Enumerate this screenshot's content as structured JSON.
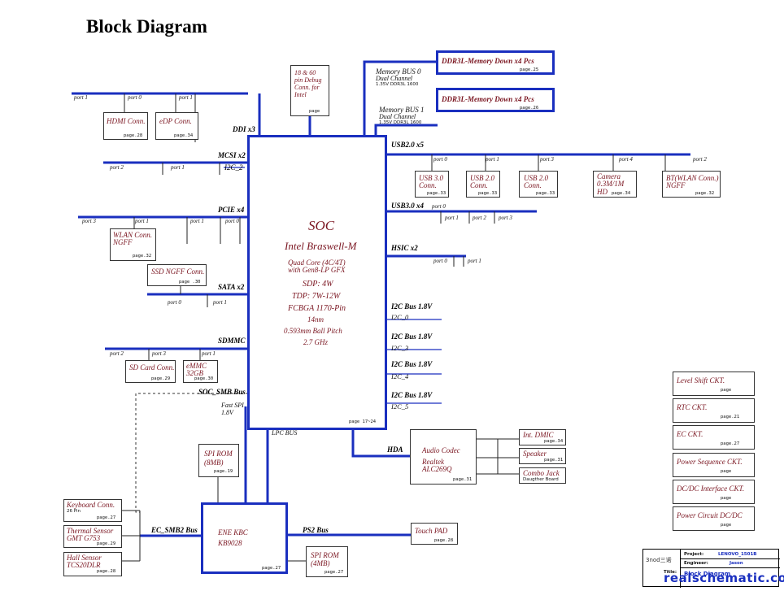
{
  "title": "Block Diagram",
  "soc": {
    "name": "SOC",
    "model": "Intel Braswell-M",
    "cores": "Quad Core (4C/4T)",
    "gfx": "with Gen8-LP GFX",
    "sdp": "SDP: 4W",
    "tdp": "TDP: 7W-12W",
    "package": "FCBGA 1170-Pin",
    "process": "14nm",
    "pitch": "0.593mm Ball Pitch",
    "freq": "2.7 GHz",
    "page": "page 17~24"
  },
  "debug": {
    "l1": "18 & 60",
    "l2": "pin Debug",
    "l3": "Conn. for",
    "l4": "Intel",
    "page": "page"
  },
  "memory": {
    "bus0": "Memory BUS 0",
    "dual0": "Dual Channel",
    "spec0": "1.35V DDR3L 1600",
    "bus1": "Memory BUS 1",
    "dual1": "Dual Channel",
    "spec1": "1.35V DDR3L 1600",
    "ddr_a": "DDR3L-Memory Down x4 Pcs",
    "ddr_a_page": "page.25",
    "ddr_b": "DDR3L-Memory Down x4 Pcs",
    "ddr_b_page": "page.26"
  },
  "buses": {
    "ddi": "DDI x3",
    "mcsi": "MCSI x2",
    "i2c2": "I2C_2",
    "pcie": "PCIE x4",
    "sata": "SATA x2",
    "sdmmc": "SDMMC",
    "soc_smb": "SOC_SMB Bus",
    "fast_spi": "Fast SPI",
    "fast_spi_v": "1.8V",
    "lpc": "LPC BUS",
    "usb2": "USB2.0 x5",
    "usb3": "USB3.0 x4",
    "hsic": "HSIC x2",
    "hda": "HDA",
    "ec_smb2": "EC_SMB2 Bus",
    "ps2": "PS2 Bus"
  },
  "i2c": [
    {
      "bus": "I2C Bus 1.8V",
      "name": "I2C_0"
    },
    {
      "bus": "I2C Bus 1.8V",
      "name": "I2C_3"
    },
    {
      "bus": "I2C Bus 1.8V",
      "name": "I2C_4"
    },
    {
      "bus": "I2C Bus 1.8V",
      "name": "I2C_5"
    }
  ],
  "ports": {
    "p0": "port 0",
    "p1": "port 1",
    "p2": "port 2",
    "p3": "port 3",
    "p4": "port 4"
  },
  "left": {
    "hdmi": "HDMI Conn.",
    "hdmi_page": "page.28",
    "edp": "eDP Conn.",
    "edp_page": "page.34",
    "wlan": "WLAN Conn.",
    "wlan2": "NGFF",
    "wlan_page": "page.32",
    "ssd": "SSD NGFF Conn.",
    "ssd_page": "page .30",
    "sd": "SD Card Conn.",
    "sd_page": "page.29",
    "emmc": "eMMC",
    "emmc2": "32GB",
    "emmc_page": "page.30"
  },
  "right": {
    "usb30": "USB 3.0",
    "usb30b": "Conn.",
    "usb30_page": "page.33",
    "usb20a": "USB 2.0",
    "usb20ab": "Conn.",
    "usb20a_page": "page.33",
    "usb20b": "USB 2.0",
    "usb20bb": "Conn.",
    "usb20b_page": "page.33",
    "cam": "Camera",
    "cam2": "0.3M/1M",
    "cam3": "HD",
    "cam_page": "page.34",
    "bt": "BT(WLAN Conn.)",
    "bt2": "NGFF",
    "bt_page": "page.32"
  },
  "audio": {
    "codec": "Audio Codec",
    "vendor": "Realtek",
    "part": "ALC269Q",
    "page": "page.31",
    "dmic": "Int. DMIC",
    "dmic_page": "page.34",
    "spk": "Speaker",
    "spk_page": "page.31",
    "jack": "Combo Jack",
    "jack2": "Daugther Board"
  },
  "ec": {
    "spi_rom": "SPI ROM",
    "spi_rom2": "(8MB)",
    "spi_rom_page": "page.19",
    "kbc": "ENE KBC",
    "kbc2": "KB9028",
    "kbc_page": "page.27",
    "spi_rom_b": "SPI ROM",
    "spi_rom_b2": "(4MB)",
    "spi_rom_b_page": "page.27",
    "touch": "Touch PAD",
    "touch_page": "page.28",
    "kbd": "Keyboard Conn.",
    "kbd2": "26 Pin",
    "kbd_page": "page.27",
    "therm": "Thermal Sensor",
    "therm2": "GMT G753",
    "therm_page": "page.29",
    "hall": "Hall Sensor",
    "hall2": "TCS20DLR",
    "hall_page": "page.28"
  },
  "index": [
    {
      "label": "Level Shift CKT.",
      "page": "page"
    },
    {
      "label": "RTC CKT.",
      "page": "page.21"
    },
    {
      "label": "EC CKT.",
      "page": "page.27"
    },
    {
      "label": "Power Sequence CKT.",
      "page": "page"
    },
    {
      "label": "DC/DC Interface CKT.",
      "page": "page"
    },
    {
      "label": "Power Circuit DC/DC",
      "page": "page"
    }
  ],
  "titleblock": {
    "logo": "3nod三诺",
    "project_k": "Project:",
    "project_v": "LENOVO_1501B",
    "engineer_k": "Engineer:",
    "engineer_v": "Jason",
    "title_k": "Title:",
    "title_v": "Block Diagram",
    "watermark": "realschematic.com"
  },
  "colors": {
    "bus": "#1a2fbf",
    "text": "#7a1520"
  }
}
